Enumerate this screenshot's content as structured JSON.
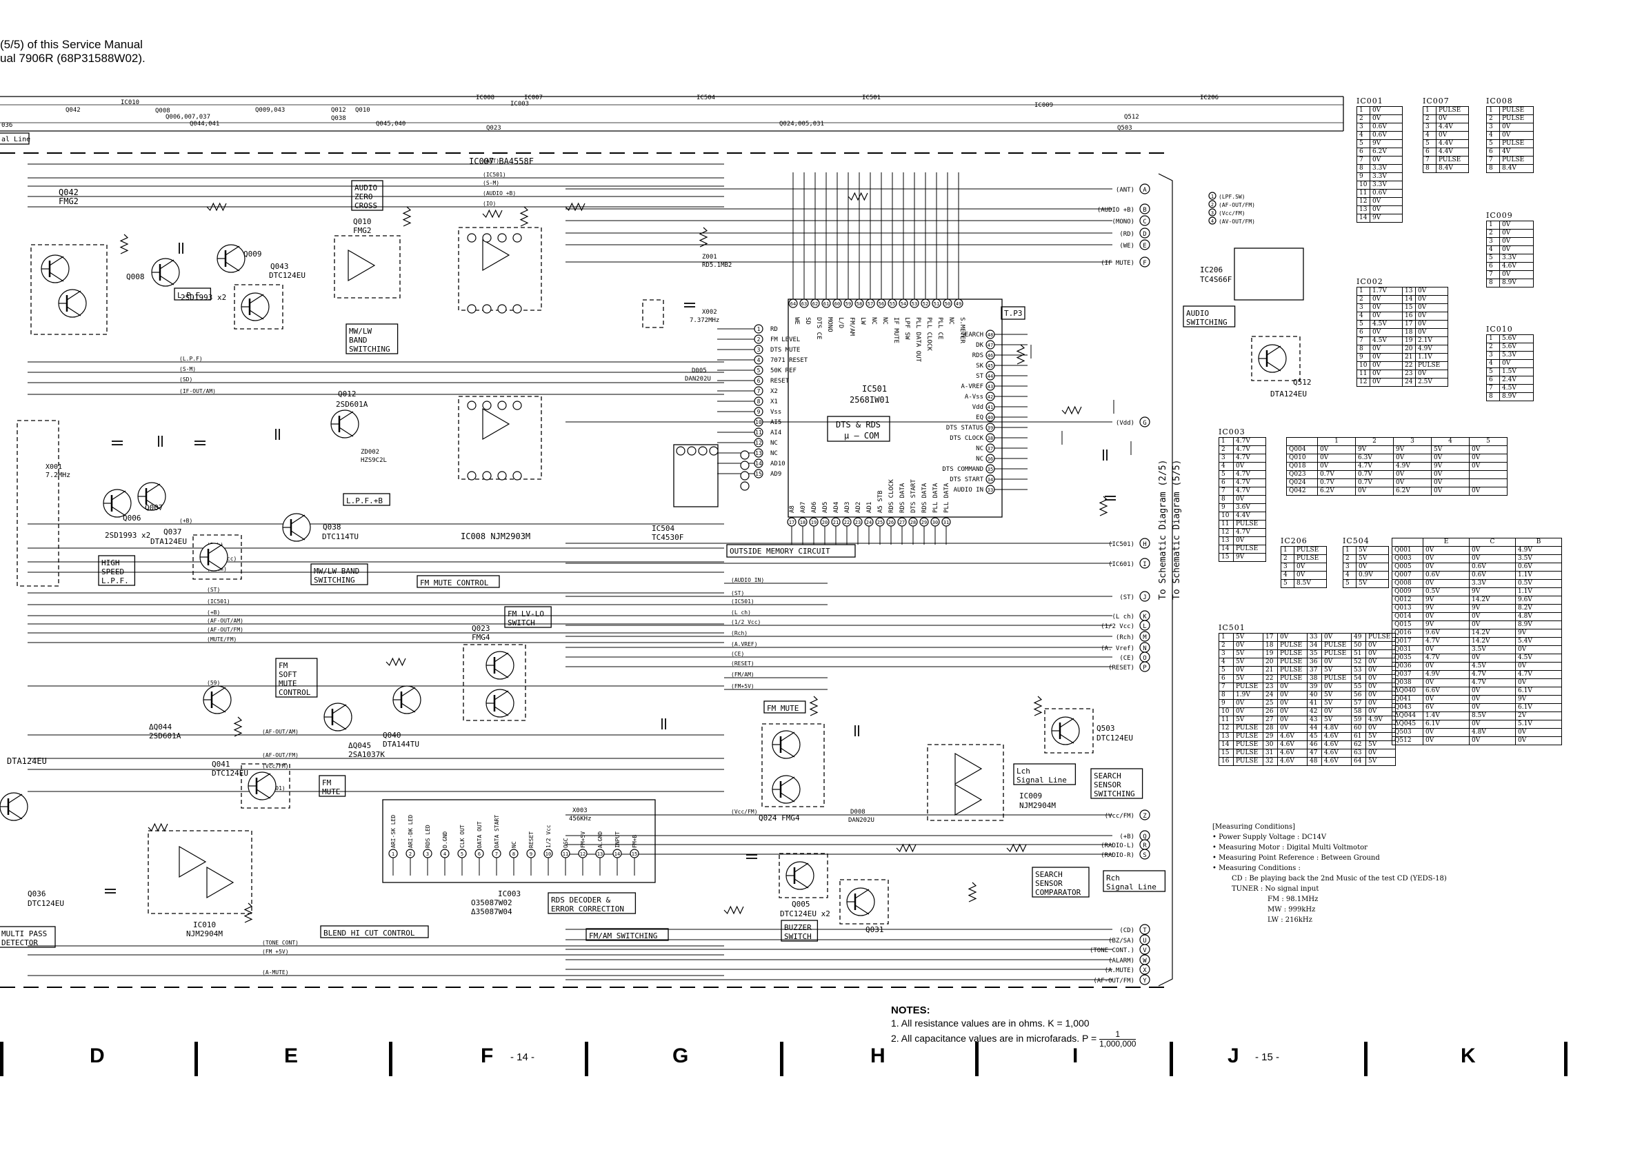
{
  "header": {
    "line1": "(5/5) of this Service Manual",
    "line2": "ual 7906R (68P31588W02)."
  },
  "top_bar": {
    "row1": [
      "Q042",
      "IC010",
      "Q008",
      "Q006,007,037",
      "Q044,041",
      "Q009,043",
      "Q012",
      "Q038",
      "Q010",
      "Q045,040",
      "IC008",
      "IC003",
      "IC007",
      "Q023",
      "IC504",
      "Q024,005,031",
      "IC501",
      "IC009",
      "IC206",
      "Q503",
      "Q512"
    ],
    "left_code": "036",
    "left_label": "al Line"
  },
  "schematic_labels": {
    "ic007": "IC007 BA4558F",
    "ic008": "IC008 NJM2903M",
    "ic501": "IC501",
    "ic501_num": "2568IW01",
    "dts": "DTS & RDS",
    "ucom": "µ – COM",
    "ic504": "IC504",
    "ic504_num": "TC4530F",
    "ic206": "IC206",
    "ic206_num": "TC4S66F",
    "ic003": "IC003",
    "ic003_a": "O35087W02",
    "ic003_b": "Δ35087W04",
    "ic009": "IC009",
    "ic009_num": "NJM2904M",
    "ic010": "IC010",
    "ic010_num": "NJM2904M",
    "outside_memory": "OUTSIDE MEMORY CIRCUIT",
    "fm_mute_control": "FM MUTE CONTROL",
    "fm_lvlo": "FM LV-LO",
    "switch": "SWITCH",
    "fm_mute": "FM MUTE",
    "blend": "BLEND HI CUT CONTROL",
    "fmam_switching": "FM/AM SWITCHING",
    "rds_decoder": "RDS DECODER &",
    "error_correction": "ERROR CORRECTION",
    "search_sensor": "SEARCH",
    "search_sensor2": "SENSOR",
    "search_sensor3": "SWITCHING",
    "ssc1": "SEARCH",
    "ssc2": "SENSOR",
    "ssc3": "COMPARATOR",
    "rch": "Rch",
    "rch2": "Signal Line",
    "lch": "Lch",
    "lch2": "Signal Line",
    "buzzer": "BUZZER",
    "buzzer2": "SWITCH",
    "audio_zero": "AUDIO",
    "audio_zero2": "ZERO",
    "audio_zero3": "CROSS",
    "mwlw": "MW/LW",
    "mwlw2": "BAND",
    "mwlw3": "SWITCHING",
    "mwlw_sw": "MW/LW BAND",
    "mwlw_sw2": "SWITCHING",
    "lpf": "L.P.F.",
    "lpf_b": "L.P.F.+B",
    "high_speed": "HIGH",
    "high_speed2": "SPEED",
    "high_speed3": "L.P.F.",
    "fm_soft": "FM",
    "fm_soft2": "SOFT",
    "fm_soft3": "MUTE",
    "fm_soft4": "CONTROL",
    "fm_mute2": "FM",
    "fm_mute3": "MUTE",
    "multi_pass": "MULTI PASS",
    "multi_pass2": "DETECTOR",
    "audio_switching": "AUDIO",
    "audio_switching2": "SWITCHING",
    "to_sch1": "To Schematic Diagram (2/5)",
    "to_sch2": "To Schematic Diagram (5/5)",
    "tp3": "T.P3",
    "q042": "Q042",
    "fmg2": "FMG2",
    "q010": "Q010",
    "fmg2b": "FMG2",
    "q043": "Q043",
    "dtc124eu": "DTC124EU",
    "q009": "Q009",
    "q008": "Q008",
    "sd1993": "2SD1993 x2",
    "q012": "Q012",
    "sd601a": "2SD601A",
    "q038": "Q038",
    "dtc114tu": "DTC114TU",
    "q037": "Q037",
    "dta124eu": "DTA124EU",
    "q006": "Q006",
    "q007": "Q007",
    "sd1993b": "2SD1993 x2",
    "q023": "Q023",
    "fmg4": "FMG4",
    "q024": "Q024 FMG4",
    "q041": "Q041",
    "dtc124eu2": "DTC124EU",
    "q040": "Q040",
    "dta144tu": "DTA144TU",
    "q044": "ΔQ044",
    "sd601a2": "2SD601A",
    "q045": "ΔQ045",
    "sa1037k": "2SA1037K",
    "q503": "Q503",
    "dtc124eu3": "DTC124EU",
    "q512": "Q512",
    "dta124eu2": "DTA124EU",
    "q005": "Q005",
    "dtc124eux2": "DTC124EU x2",
    "q031": "Q031",
    "q036": "Q036",
    "dtc124eu4": "DTC124EU",
    "dta124eu3": "DTA124EU",
    "xtal1": "X002",
    "xtal1v": "7.372MHz",
    "xtal2": "X003",
    "xtal2v": "456KHz",
    "xtal3": "X001",
    "xtal3v": "7.2MHz",
    "d005": "D005",
    "dan": "DAN202U",
    "d008": "D008",
    "dan2": "DAN202U",
    "z001": "Z001",
    "rd5": "RD5.1MB2",
    "zd002": "ZD002",
    "hzs9c2l": "HZS9C2L"
  },
  "pin_labels_left": [
    "RD",
    "FM LEVEL",
    "DTS MUTE",
    "7071 RESET",
    "50K REF",
    "RESET",
    "X2",
    "X1",
    "Vss",
    "AI5",
    "AI4",
    "NC",
    "NC",
    "AD10",
    "AD9"
  ],
  "pin_labels_right": [
    "SEARCH",
    "DK",
    "RDS",
    "SK",
    "ST",
    "A-VREF",
    "A-Vss",
    "Vdd",
    "EQ",
    "DTS STATUS",
    "DTS CLOCK",
    "NC",
    "NC",
    "DTS COMMAND",
    "DTS START",
    "AUDIO IN"
  ],
  "pin_labels_top": [
    "WE",
    "SD",
    "DTS CE",
    "MONO",
    "L/D",
    "FM/AM",
    "LW",
    "NC",
    "NC",
    "IF MUTE",
    "LPF SW",
    "PLL DATA OUT",
    "PLL CLOCK",
    "PLL CE",
    "NC",
    "S.METER"
  ],
  "pin_labels_bottom": [
    "A8",
    "A07",
    "AD6",
    "AD5",
    "AD4",
    "AD3",
    "AD2",
    "AD1",
    "A5 STB",
    "RDS CLOCK",
    "RDS DATA",
    "DTS START",
    "RDS DATA",
    "PLL DATA",
    "PLL DATA"
  ],
  "ic003_pins": [
    "ARI-SK LED",
    "ARI-DK LED",
    "RDS LED",
    "D.GND",
    "CLK OUT",
    "DATA OUT",
    "DATA START",
    "NC",
    "RESET",
    "1/2 Vcc",
    "OSC",
    "FM+5V",
    "A.GND",
    "INPUT",
    "FM+B"
  ],
  "connectors": [
    {
      "id": "A",
      "label": "ANT"
    },
    {
      "id": "B",
      "label": "AUDIO +B"
    },
    {
      "id": "C",
      "label": "MONO"
    },
    {
      "id": "D",
      "label": "RD"
    },
    {
      "id": "E",
      "label": "WE"
    },
    {
      "id": "F",
      "label": "IF MUTE"
    },
    {
      "id": "G",
      "label": "Vdd"
    },
    {
      "id": "H",
      "label": "IC501"
    },
    {
      "id": "I",
      "label": "IC601"
    },
    {
      "id": "J",
      "label": "ST"
    },
    {
      "id": "K",
      "label": "L ch"
    },
    {
      "id": "L",
      "label": "1/2 Vcc"
    },
    {
      "id": "M",
      "label": "Rch"
    },
    {
      "id": "N",
      "label": "A. Vref"
    },
    {
      "id": "O",
      "label": "CE"
    },
    {
      "id": "P",
      "label": "RESET"
    },
    {
      "id": "Q",
      "label": "+B"
    },
    {
      "id": "R",
      "label": "RADIO-L"
    },
    {
      "id": "S",
      "label": "RADIO-R"
    },
    {
      "id": "T",
      "label": "CD"
    },
    {
      "id": "U",
      "label": "BZ/SA"
    },
    {
      "id": "V",
      "label": "TONE CONT."
    },
    {
      "id": "W",
      "label": "ALARM"
    },
    {
      "id": "X",
      "label": "A.MUTE"
    },
    {
      "id": "Y",
      "label": "AF-OUT/FM"
    },
    {
      "id": "Z",
      "label": "Vcc/FM"
    }
  ],
  "ic206_conn": [
    "LPF.SW",
    "AF-OUT/FM",
    "Vcc/FM",
    "AV-OUT/FM"
  ],
  "bus_lines": [
    "(ANT)",
    "(S-M)",
    "(AUDIO +B)",
    "(IO)",
    "(IC501)",
    "(L.P.F)",
    "(S-M)",
    "(SD)",
    "(IF-OUT/AM)",
    "(+B)",
    "(Rch)",
    "(1/2 Vcc)",
    "(L ch)",
    "(ST)",
    "(IC501)",
    "(+B)",
    "(AF-OUT/AM)",
    "(AF-OUT/FM)",
    "(MUTE/FM)",
    "(59)",
    "(AF-OUT/AM)",
    "(AF-OUT/FM)",
    "(Vcc/FM)",
    "(IC501)",
    "(FM +5V)",
    "(TONE CONT)",
    "(A-MUTE)",
    "(AUDIO IN)",
    "(ST)",
    "(IC501)",
    "(L ch)",
    "(1/2 Vcc)",
    "(Rch)",
    "(A.VREF)",
    "(CE)",
    "(RESET)",
    "(FM/AM)",
    "(FM+5V)",
    "(Vcc/FM)"
  ],
  "notes": {
    "title": "NOTES:",
    "n1": "1.  All resistance values are in ohms.   K = 1,000",
    "n2": "2.  All capacitance values are in microfarads.   P = ",
    "n2_num": "1",
    "n2_den": "1,000,000"
  },
  "bottom_letters": [
    "D",
    "E",
    "F",
    "G",
    "H",
    "I",
    "J",
    "K"
  ],
  "page_numbers": [
    "- 14 -",
    "- 15 -"
  ],
  "tables": {
    "ic001": {
      "title": "IC001",
      "rows": [
        [
          "1",
          "0V"
        ],
        [
          "2",
          "0V"
        ],
        [
          "3",
          "0.6V"
        ],
        [
          "4",
          "0.6V"
        ],
        [
          "5",
          "9V"
        ],
        [
          "6",
          "6.2V"
        ],
        [
          "7",
          "0V"
        ],
        [
          "8",
          "3.3V"
        ],
        [
          "9",
          "3.3V"
        ],
        [
          "10",
          "3.3V"
        ],
        [
          "11",
          "0.6V"
        ],
        [
          "12",
          "0V"
        ],
        [
          "13",
          "0V"
        ],
        [
          "14",
          "9V"
        ]
      ]
    },
    "ic007": {
      "title": "IC007",
      "rows": [
        [
          "1",
          "PULSE"
        ],
        [
          "2",
          "0V"
        ],
        [
          "3",
          "4.4V"
        ],
        [
          "4",
          "0V"
        ],
        [
          "5",
          "4.4V"
        ],
        [
          "6",
          "4.4V"
        ],
        [
          "7",
          "PULSE"
        ],
        [
          "8",
          "8.4V"
        ]
      ]
    },
    "ic008": {
      "title": "IC008",
      "rows": [
        [
          "1",
          "PULSE"
        ],
        [
          "2",
          "PULSE"
        ],
        [
          "3",
          "0V"
        ],
        [
          "4",
          "0V"
        ],
        [
          "5",
          "PULSE"
        ],
        [
          "6",
          "4V"
        ],
        [
          "7",
          "PULSE"
        ],
        [
          "8",
          "8.4V"
        ]
      ]
    },
    "ic009": {
      "title": "IC009",
      "rows": [
        [
          "1",
          "0V"
        ],
        [
          "2",
          "0V"
        ],
        [
          "3",
          "0V"
        ],
        [
          "4",
          "0V"
        ],
        [
          "5",
          "3.3V"
        ],
        [
          "6",
          "4.6V"
        ],
        [
          "7",
          "0V"
        ],
        [
          "8",
          "8.9V"
        ]
      ]
    },
    "ic002": {
      "title": "IC002",
      "rows": [
        [
          "1",
          "1.7V",
          "13",
          "0V"
        ],
        [
          "2",
          "0V",
          "14",
          "0V"
        ],
        [
          "3",
          "0V",
          "15",
          "0V"
        ],
        [
          "4",
          "0V",
          "16",
          "0V"
        ],
        [
          "5",
          "4.5V",
          "17",
          "0V"
        ],
        [
          "6",
          "0V",
          "18",
          "0V"
        ],
        [
          "7",
          "4.5V",
          "19",
          "2.1V"
        ],
        [
          "8",
          "0V",
          "20",
          "4.9V"
        ],
        [
          "9",
          "0V",
          "21",
          "1.1V"
        ],
        [
          "10",
          "0V",
          "22",
          "PULSE"
        ],
        [
          "11",
          "0V",
          "23",
          "0V"
        ],
        [
          "12",
          "0V",
          "24",
          "2.5V"
        ]
      ]
    },
    "ic010": {
      "title": "IC010",
      "rows": [
        [
          "1",
          "5.6V"
        ],
        [
          "2",
          "5.6V"
        ],
        [
          "3",
          "5.3V"
        ],
        [
          "4",
          "0V"
        ],
        [
          "5",
          "1.5V"
        ],
        [
          "6",
          "2.4V"
        ],
        [
          "7",
          "4.5V"
        ],
        [
          "8",
          "8.9V"
        ]
      ]
    },
    "ic003": {
      "title": "IC003",
      "rows": [
        [
          "1",
          "4.7V"
        ],
        [
          "2",
          "4.7V"
        ],
        [
          "3",
          "4.7V"
        ],
        [
          "4",
          "0V"
        ],
        [
          "5",
          "4.7V"
        ],
        [
          "6",
          "4.7V"
        ],
        [
          "7",
          "4.7V"
        ],
        [
          "8",
          "0V"
        ],
        [
          "9",
          "3.6V"
        ],
        [
          "10",
          "4.4V"
        ],
        [
          "11",
          "PULSE"
        ],
        [
          "12",
          "4.7V"
        ],
        [
          "13",
          "0V"
        ],
        [
          "14",
          "PULSE"
        ],
        [
          "15",
          "9V"
        ]
      ]
    },
    "q_small": {
      "head": [
        "",
        "1",
        "2",
        "3",
        "4",
        "5"
      ],
      "rows": [
        [
          "Q004",
          "0V",
          "9V",
          "9V",
          "5V",
          "0V"
        ],
        [
          "Q010",
          "0V",
          "6.3V",
          "0V",
          "0V",
          "0V"
        ],
        [
          "Q018",
          "0V",
          "4.7V",
          "4.9V",
          "9V",
          "0V"
        ],
        [
          "Q023",
          "0.7V",
          "0.7V",
          "0V",
          "0V",
          ""
        ],
        [
          "Q024",
          "0.7V",
          "0.7V",
          "0V",
          "0V",
          ""
        ],
        [
          "Q042",
          "6.2V",
          "0V",
          "6.2V",
          "0V",
          "0V"
        ]
      ]
    },
    "ic206": {
      "title": "IC206",
      "rows": [
        [
          "1",
          "PULSE"
        ],
        [
          "2",
          "PULSE"
        ],
        [
          "3",
          "0V"
        ],
        [
          "4",
          "0V"
        ],
        [
          "5",
          "8.5V"
        ]
      ]
    },
    "ic504": {
      "title": "IC504",
      "rows": [
        [
          "1",
          "5V"
        ],
        [
          "2",
          "5V"
        ],
        [
          "3",
          "0V"
        ],
        [
          "4",
          "0.9V"
        ],
        [
          "5",
          "5V"
        ]
      ]
    },
    "ic501": {
      "title": "IC501",
      "rows": [
        [
          "1",
          "5V",
          "17",
          "0V",
          "33",
          "0V",
          "49",
          "PULSE"
        ],
        [
          "2",
          "0V",
          "18",
          "PULSE",
          "34",
          "PULSE",
          "50",
          "0V"
        ],
        [
          "3",
          "5V",
          "19",
          "PULSE",
          "35",
          "PULSE",
          "51",
          "0V"
        ],
        [
          "4",
          "5V",
          "20",
          "PULSE",
          "36",
          "0V",
          "52",
          "0V"
        ],
        [
          "5",
          "0V",
          "21",
          "PULSE",
          "37",
          "5V",
          "53",
          "0V"
        ],
        [
          "6",
          "5V",
          "22",
          "PULSE",
          "38",
          "PULSE",
          "54",
          "0V"
        ],
        [
          "7",
          "PULSE",
          "23",
          "0V",
          "39",
          "0V",
          "55",
          "0V"
        ],
        [
          "8",
          "1.9V",
          "24",
          "0V",
          "40",
          "5V",
          "56",
          "0V"
        ],
        [
          "9",
          "0V",
          "25",
          "0V",
          "41",
          "5V",
          "57",
          "0V"
        ],
        [
          "10",
          "0V",
          "26",
          "0V",
          "42",
          "0V",
          "58",
          "0V"
        ],
        [
          "11",
          "5V",
          "27",
          "0V",
          "43",
          "5V",
          "59",
          "4.9V"
        ],
        [
          "12",
          "PULSE",
          "28",
          "0V",
          "44",
          "4.8V",
          "60",
          "0V"
        ],
        [
          "13",
          "PULSE",
          "29",
          "4.6V",
          "45",
          "4.6V",
          "61",
          "5V"
        ],
        [
          "14",
          "PULSE",
          "30",
          "4.6V",
          "46",
          "4.6V",
          "62",
          "5V"
        ],
        [
          "15",
          "PULSE",
          "31",
          "4.6V",
          "47",
          "4.6V",
          "63",
          "0V"
        ],
        [
          "16",
          "PULSE",
          "32",
          "4.6V",
          "48",
          "4.6V",
          "64",
          "5V"
        ]
      ]
    },
    "q_big": {
      "head": [
        "",
        "E",
        "C",
        "B"
      ],
      "rows": [
        [
          "Q001",
          "0V",
          "0V",
          "4.9V"
        ],
        [
          "Q003",
          "0V",
          "0V",
          "3.5V"
        ],
        [
          "Q005",
          "0V",
          "0.6V",
          "0.6V"
        ],
        [
          "Q007",
          "0.6V",
          "0.6V",
          "1.1V"
        ],
        [
          "Q008",
          "0V",
          "3.3V",
          "0.5V"
        ],
        [
          "Q009",
          "0.5V",
          "9V",
          "1.1V"
        ],
        [
          "Q012",
          "9V",
          "14.2V",
          "9.6V"
        ],
        [
          "Q013",
          "9V",
          "9V",
          "8.2V"
        ],
        [
          "Q014",
          "0V",
          "0V",
          "4.8V"
        ],
        [
          "Q015",
          "9V",
          "0V",
          "8.9V"
        ],
        [
          "Q016",
          "9.6V",
          "14.2V",
          "9V"
        ],
        [
          "Q017",
          "4.7V",
          "14.2V",
          "5.4V"
        ],
        [
          "Q031",
          "0V",
          "3.5V",
          "0V"
        ],
        [
          "Q035",
          "4.7V",
          "0V",
          "4.5V"
        ],
        [
          "Q036",
          "0V",
          "4.5V",
          "0V"
        ],
        [
          "Q037",
          "4.9V",
          "4.7V",
          "4.7V"
        ],
        [
          "Q038",
          "0V",
          "4.7V",
          "0V"
        ],
        [
          "ΔQ040",
          "6.6V",
          "0V",
          "6.1V"
        ],
        [
          "Q041",
          "0V",
          "0V",
          "9V"
        ],
        [
          "Q043",
          "6V",
          "0V",
          "6.1V"
        ],
        [
          "ΔQ044",
          "1.4V",
          "8.5V",
          "2V"
        ],
        [
          "ΔQ045",
          "6.1V",
          "0V",
          "5.1V"
        ],
        [
          "Q503",
          "0V",
          "4.8V",
          "0V"
        ],
        [
          "Q512",
          "0V",
          "0V",
          "0V"
        ]
      ]
    }
  },
  "measuring": {
    "title": "[Measuring Conditions]",
    "l1": "• Power Supply Voltage : DC14V",
    "l2": "• Measuring Motor : Digital Multi Voltmotor",
    "l3": "• Measuring Point Reference : Between Ground",
    "l4": "• Measuring Conditions :",
    "l5": "CD : Be playing back the 2nd Music of the test CD (YEDS-18)",
    "l6": "TUNER : No signal input",
    "l7": "FM : 98.1MHz",
    "l8": "MW : 999kHz",
    "l9": "LW : 216kHz"
  }
}
